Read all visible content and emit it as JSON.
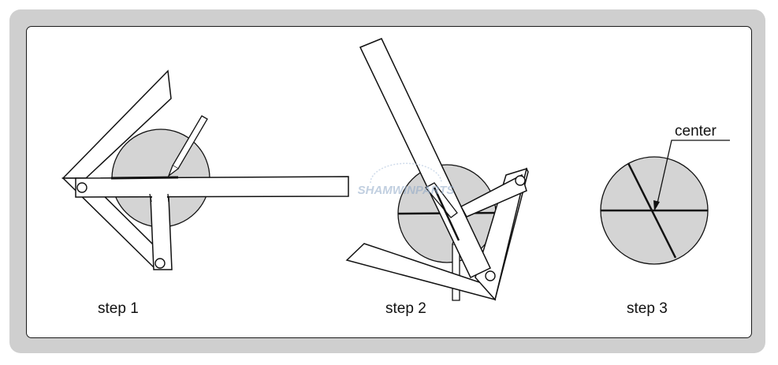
{
  "steps": [
    {
      "label": "step 1"
    },
    {
      "label": "step 2"
    },
    {
      "label": "step 3"
    }
  ],
  "annotation": {
    "center_label": "center"
  },
  "watermark": "SHAMWINPARTS",
  "colors": {
    "frame": "#cfcfcf",
    "disk": "#d4d4d4",
    "stroke": "#111111",
    "background": "#ffffff"
  }
}
